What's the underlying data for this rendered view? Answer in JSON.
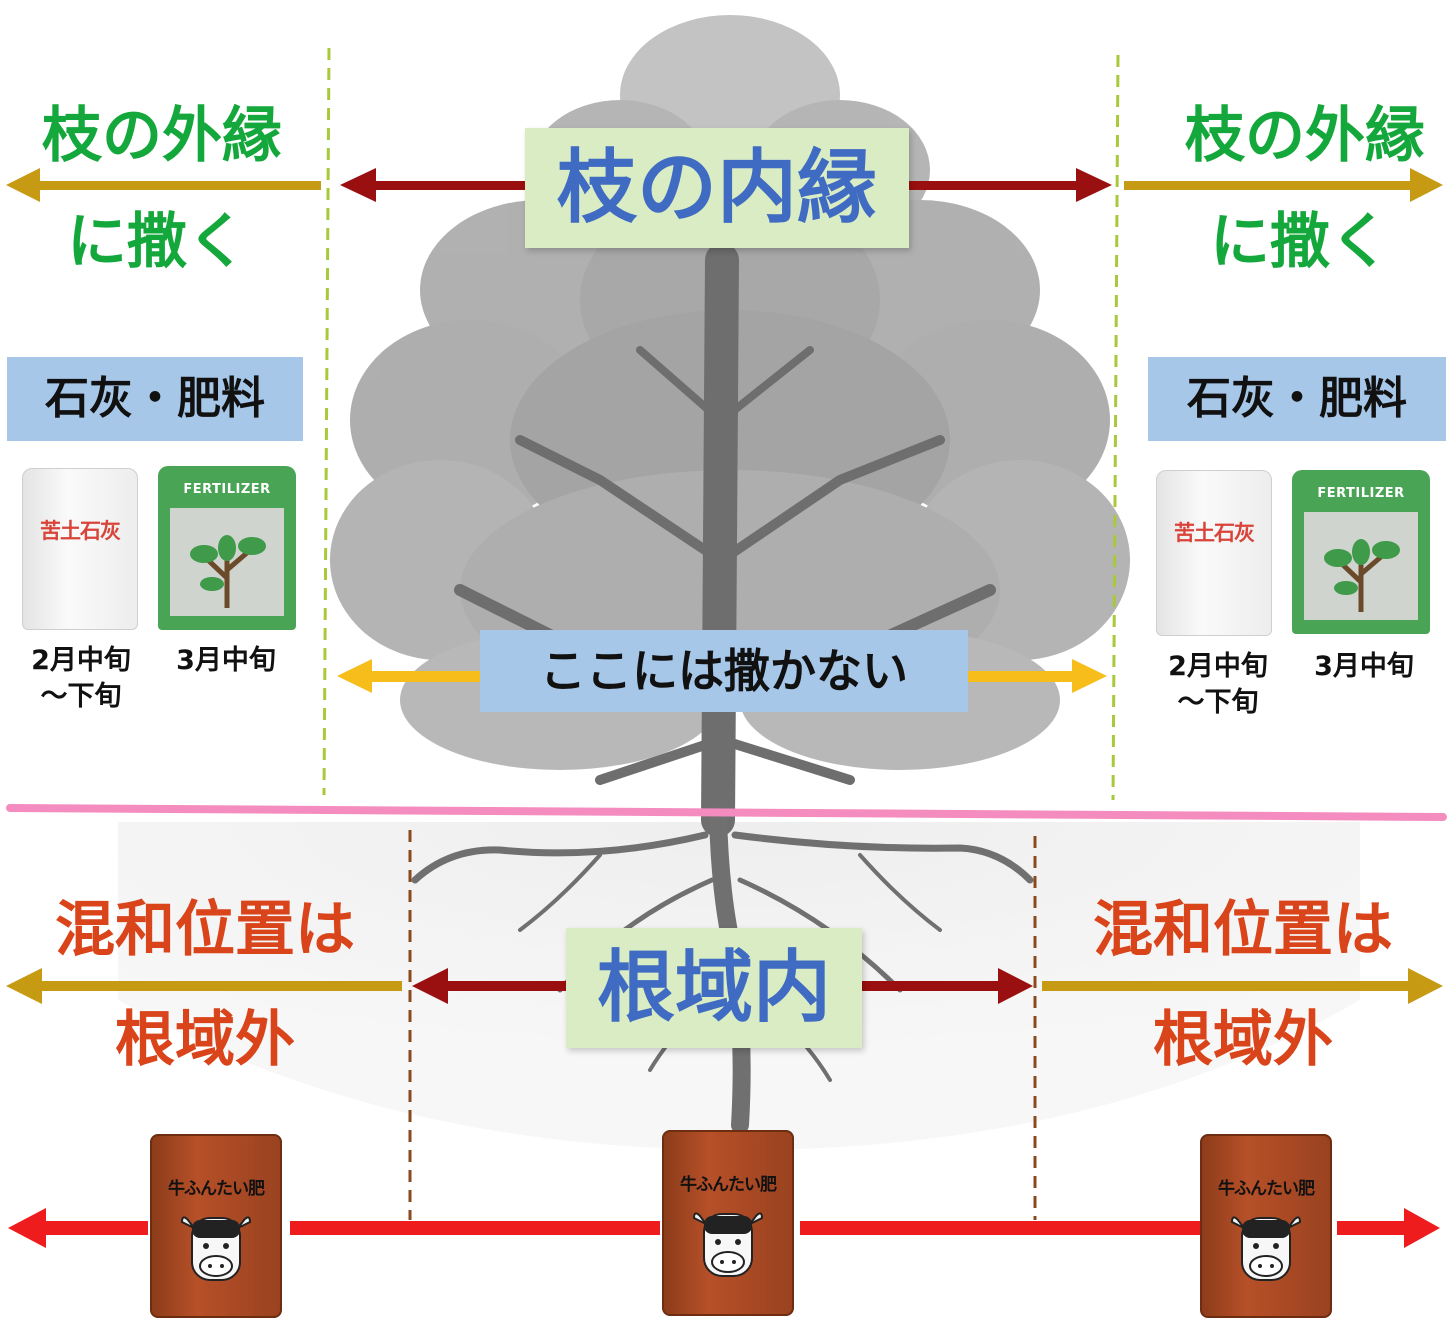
{
  "canopy": {
    "outer_left_line1": "枝の外縁",
    "outer_left_line2": "に撒く",
    "outer_right_line1": "枝の外縁",
    "outer_right_line2": "に撒く",
    "inner_label": "枝の内縁",
    "no_spread_label": "ここには撒かない"
  },
  "materials": {
    "heading_left": "石灰・肥料",
    "heading_right": "石灰・肥料",
    "lime_bag_label": "苦土石灰",
    "fertilizer_bag_label": "FERTILIZER",
    "lime_date_line1": "2月中旬",
    "lime_date_line2": "～下旬",
    "fertilizer_date": "3月中旬"
  },
  "roots": {
    "mix_left_line1": "混和位置は",
    "mix_left_line2": "根域外",
    "mix_right_line1": "混和位置は",
    "mix_right_line2": "根域外",
    "inner_label": "根域内"
  },
  "manure": {
    "bag_label": "牛ふんたい肥"
  },
  "colors": {
    "gold_arrow": "#c69a13",
    "dark_red_arrow": "#9a0f0f",
    "yellow_arrow": "#f7bd1b",
    "red_arrow": "#ee1c1c",
    "ground_line": "#f48cc0",
    "canopy_dashed": "#a8c93a",
    "root_dashed": "#8a4a1c"
  },
  "icons": [
    "tree-illustration",
    "lime-bag-icon",
    "fertilizer-bag-icon",
    "manure-bag-icon",
    "cow-face-icon"
  ]
}
